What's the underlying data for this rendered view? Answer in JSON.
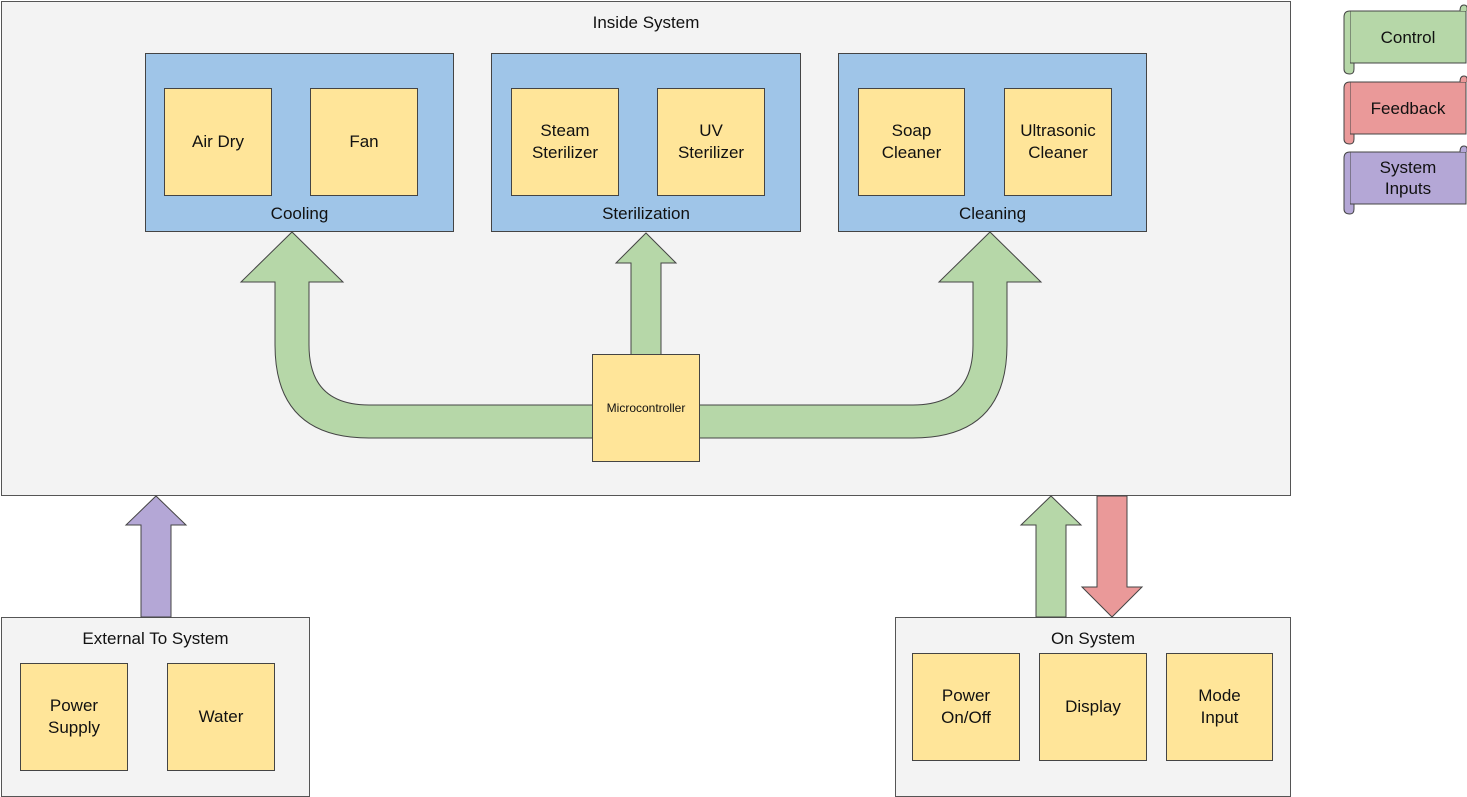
{
  "inside_system": {
    "title": "Inside System",
    "cooling": {
      "title": "Cooling",
      "items": [
        "Air Dry",
        "Fan"
      ]
    },
    "sterilization": {
      "title": "Sterilization",
      "items": [
        "Steam\nSterilizer",
        "UV\nSterilizer"
      ]
    },
    "cleaning": {
      "title": "Cleaning",
      "items": [
        "Soap\nCleaner",
        "Ultrasonic\nCleaner"
      ]
    },
    "microcontroller": "Microcontroller"
  },
  "external": {
    "title": "External To System",
    "items": [
      "Power\nSupply",
      "Water"
    ]
  },
  "on_system": {
    "title": "On System",
    "items": [
      "Power\nOn/Off",
      "Display",
      "Mode\nInput"
    ]
  },
  "legend": {
    "control": "Control",
    "feedback": "Feedback",
    "system_inputs": "System\nInputs"
  },
  "colors": {
    "group_bg": "#f3f3f3",
    "subsystem_bg": "#9fc5e8",
    "node_bg": "#ffe599",
    "control": "#b6d7a8",
    "feedback": "#ea9999",
    "system_inputs": "#b4a7d6"
  },
  "icons": {
    "control_arrow": "up-arrow",
    "feedback_arrow": "down-arrow",
    "input_arrow": "up-arrow",
    "legend_shape": "scroll"
  }
}
